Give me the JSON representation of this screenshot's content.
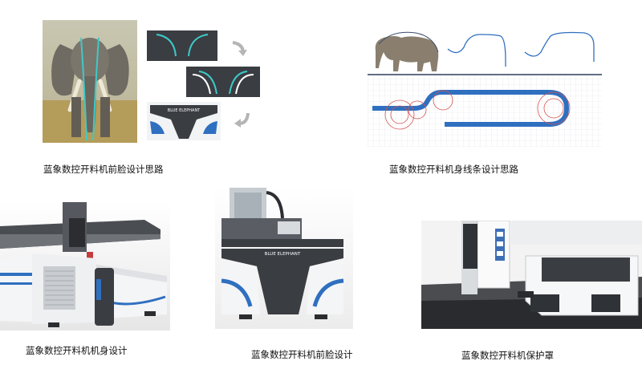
{
  "captions": {
    "front_face_concept": "蓝象数控开料机前脸设计思路",
    "body_line_concept": "蓝象数控开料机身线条设计思路",
    "body_design": "蓝象数控开料机机身设计",
    "front_face_design": "蓝象数控开料机前脸设计",
    "cover_design": "蓝象数控开料机保护罩"
  },
  "brand_plate": "BLUE ELEPHANT",
  "colors": {
    "accent_blue": "#2f6fc0",
    "teal_line": "#3ec9c9",
    "dark_panel": "#3a3d42",
    "guide_red": "#d9534f"
  }
}
